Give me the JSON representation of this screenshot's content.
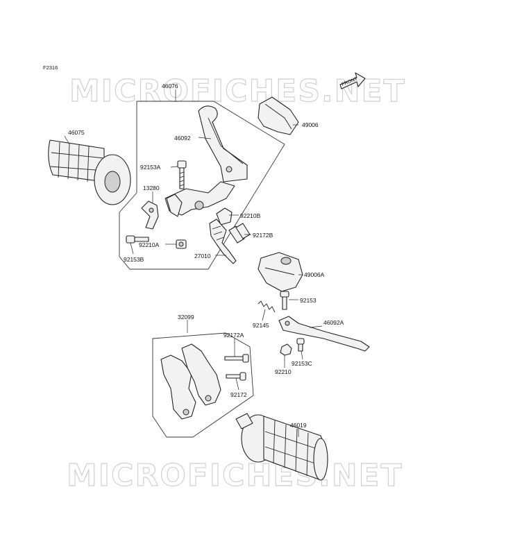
{
  "figure_code": "F2316",
  "watermark": "MICROFICHES.NET",
  "front_arrow": "FRONT",
  "parts": {
    "p46076": "46076",
    "p46075": "46075",
    "p46092": "46092",
    "p49006": "49006",
    "p92153A": "92153A",
    "p13280": "13280",
    "p92210B": "92210B",
    "p92172B": "92172B",
    "p92210A": "92210A",
    "p92153B": "92153B",
    "p27010": "27010",
    "p49006A": "49006A",
    "p92153": "92153",
    "p92145": "92145",
    "p46092A": "46092A",
    "p32099": "32099",
    "p92172A": "92172A",
    "p92153C": "92153C",
    "p92210": "92210",
    "p92172": "92172",
    "p46019": "46019"
  }
}
